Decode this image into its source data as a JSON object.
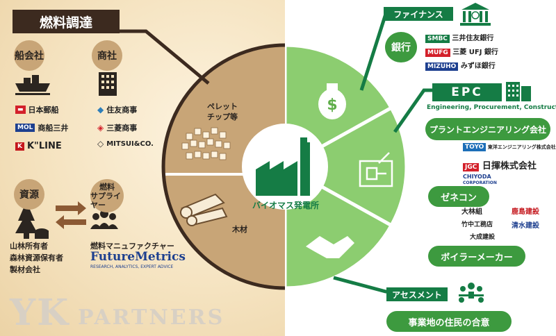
{
  "left": {
    "title": "燃料調達",
    "shipping": {
      "label": "船会社",
      "companies": [
        "日本郵船",
        "商船三井",
        "K\"LINE"
      ],
      "mol_badge": "MOL"
    },
    "trading": {
      "label": "商社",
      "companies": [
        "住友商事",
        "三菱商事",
        "MITSUI&CO."
      ]
    },
    "resources": {
      "label": "資源",
      "owners": [
        "山林所有者",
        "森林資源保有者",
        "製材会社"
      ]
    },
    "suppliers": {
      "label_line1": "燃料",
      "label_line2": "サプライヤー",
      "manufacturer": "燃料マニュファクチャー",
      "fm_name": "FutureMetrics",
      "fm_tagline": "RESEARCH, ANALYTICS, EXPERT ADVICE"
    },
    "pellet_label_line1": "ペレット",
    "pellet_label_line2": "チップ等",
    "wood_label": "木材",
    "brand": {
      "yk": "YK",
      "partners": "PARTNERS"
    }
  },
  "center": {
    "label": "バイオマス発電所"
  },
  "right": {
    "finance": {
      "tag": "ファイナンス",
      "pill": "銀行",
      "banks": [
        "三井住友銀行",
        "三菱 UFJ 銀行",
        "みずほ銀行"
      ],
      "badges": [
        "SMBC",
        "MUFG",
        "MIZUHO"
      ]
    },
    "epc": {
      "tag": "EPC",
      "subtitle": "Engineering, Procurement, Construction",
      "plant_pill": "プラントエンジニアリング会社",
      "plant_companies": [
        "東洋エンジニアリング株式会社",
        "日揮株式会社",
        "CHIYODA"
      ],
      "plant_badges": [
        "TOYO",
        "JGC"
      ],
      "chiyoda_sub": "CORPORATION",
      "general_pill": "ゼネコン",
      "general_companies": [
        "大林組",
        "鹿島建設",
        "竹中工務店",
        "清水建設",
        "大成建設"
      ],
      "boiler_pill": "ボイラーメーカー"
    },
    "assessment": {
      "tag": "アセスメント",
      "pill": "事業地の住民の合意"
    }
  },
  "colors": {
    "tan": "#c8a577",
    "brown": "#3c2a1f",
    "green_light": "#8ccd70",
    "green_mid": "#5fae4a",
    "green_dark": "#157c45"
  }
}
